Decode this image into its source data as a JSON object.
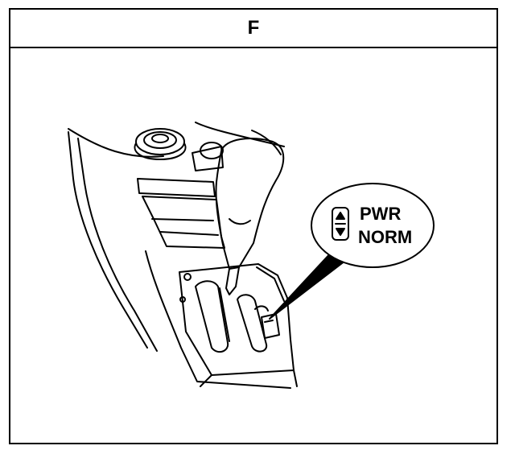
{
  "panel": {
    "title": "F"
  },
  "callout": {
    "line1": "PWR",
    "line2": "NORM",
    "switch_icon": "up-down-rocker-switch-icon"
  },
  "illustration": {
    "subject": "gear-shift-console-with-mode-switch"
  }
}
